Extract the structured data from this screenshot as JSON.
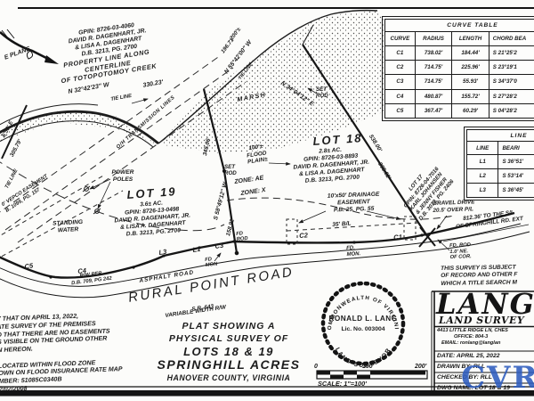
{
  "map": {
    "compass_label": "E PLANE",
    "owner_nw": "GPIN: 8726-03-4060\nDAVID R. DAGENHART, JR.\n& LISA A. DAGENHART\nD.B. 3213, PG. 2700",
    "creek_line": "PROPERTY LINE ALONG CENTERLINE\nOF TOTOPOTOMOY CREEK",
    "bearing_nw": "N 32°42'23\" W",
    "tie_line_1": "TIE LINE",
    "dist_330": "330.23'",
    "dist_200": "200'±",
    "dist_196": "196.71'",
    "bearing_tie_ne": "N 55°42'00\" W",
    "tie_line_2": "TIE LINE",
    "marsh": "MARSH",
    "set_rod_1": "SET\nROD",
    "bearing_lot18_ne": "N 34°04'12\" E",
    "dist_538": "538.00'",
    "dist_365": "365.82'",
    "lot17_block": "LOT 17\nGPIN: 8726-04-7016\nKARL JOHANSEN\n& JENNY FISHER\nD.B. 3072, PG. 2406",
    "lot18_title": "LOT 18",
    "lot18_block": "2.8± AC.\nGPIN: 8726-03-8893\nDAVID R. DAGENHART, JR.\n& LISA A. DAGENHART\nD.B. 3213, PG. 2700",
    "lot19_title": "LOT 19",
    "lot19_block": "3.6± AC.\nGPIN: 8726-13-0498\nDAVID R. DAGENHART, JR.\n& LISA A. DAGENHART\nD.B. 3213, PG. 2700",
    "power_poles": "POWER\nPOLES",
    "standing_water": "STANDING\nWATER",
    "set_rod_2": "SET\nROD",
    "bearing_mid": "S 58°49'12\" W",
    "dist_345": "345.06'",
    "dist_158": "158.92'",
    "flood_plain": "100'±\nFLOOD\nPLAIN±",
    "zone_ae": "ZONE: AE",
    "zone_x": "ZONE: X",
    "drainage_easement": "10'x50' DRAINAGE\nEASEMENT\nP.B. 25, PG. 55",
    "building_line": "35' B/L",
    "vepco_easement": "0' VEPCO EASEMENT\nB. 1099, PG. 157",
    "transmission_lines": "O/H TRANSMISSION LINES",
    "dist_305": "305.79'",
    "tie_line_3": "TIE LINE",
    "bearing_frag": "6'50' E",
    "c1": "C1",
    "c2": "C2",
    "c3": "C3",
    "c4": "C4",
    "c5": "C5",
    "l1": "L1",
    "l3": "L3",
    "fd_rod_1": "FD\nROD",
    "fd_mon_1": "FD\nMON",
    "fd_mon_2": "FD.\nMON.",
    "rw_per": "R/W PER\nD.B. 709, PG 242",
    "asphalt_road": "ASPHALT ROAD",
    "road_name": "RURAL POINT ROAD",
    "road_sr": "S.R. 643",
    "road_rw": "VARIABLE WIDTH R/W",
    "gravel_drive": "GRAVEL DRIVE\n20.5' OVER P/L",
    "to_springhill": "812.36' TO THE S/L\nOF SPRINGHILL RD. EXT",
    "fd_rod_ne": "FD. ROD\n1.0' NE.\nOF COR.",
    "subject_note": "THIS SURVEY IS SUBJECT\nOF RECORD AND OTHER F\nWHICH A TITLE SEARCH M"
  },
  "tables": {
    "curve": {
      "title": "CURVE TABLE",
      "h": [
        "CURVE",
        "RADIUS",
        "LENGTH",
        "CHORD BEA"
      ],
      "rows": [
        [
          "C1",
          "738.02'",
          "184.44'",
          "S 21°25'2"
        ],
        [
          "C2",
          "714.75'",
          "225.96'",
          "S 23°19'1"
        ],
        [
          "C3",
          "714.75'",
          "55.93'",
          "S 34°37'0"
        ],
        [
          "C4",
          "480.87'",
          "155.72'",
          "S 27°28'2"
        ],
        [
          "C5",
          "367.47'",
          "60.29'",
          "S 04°28'2"
        ]
      ]
    },
    "line": {
      "title": "LINE",
      "h": [
        "LINE",
        "BEARI"
      ],
      "rows": [
        [
          "L1",
          "S 36°51'"
        ],
        [
          "L2",
          "S 53°14'"
        ],
        [
          "L3",
          "S 36°45'"
        ]
      ]
    }
  },
  "cert": "Y THAT ON APRIL 13, 2022,\nATE SURVEY OF THE PREMISES\nD THAT THERE ARE NO EASEMENTS\nS VISIBLE ON THE GROUND OTHER\nN HEREON.\n \nLOCATED WITHIN FLOOD ZONE\nOWN ON FLOOD INSURANCE RATE MAP\nMBER: 51085C0340B\n2/02/2008",
  "title": {
    "l1": "PLAT SHOWING A",
    "l2": "PHYSICAL SURVEY OF",
    "l3": "LOTS 18 & 19",
    "l4": "SPRINGHILL ACRES",
    "l5": "HANOVER COUNTY, VIRGINIA"
  },
  "seal": {
    "arc_top": "COMMONWEALTH OF VIRGINIA",
    "name": "RONALD L. LANG",
    "lic": "Lic. No. 003004",
    "arc_bottom": "LAND SURVEYOR"
  },
  "scalebar": {
    "t0": "0",
    "t100": "100'",
    "t200": "200'",
    "label": "SCALE: 1\"=100'"
  },
  "firm": {
    "logo": "LANG",
    "type": "LAND SURVEY",
    "addr": "4413 LITTLE RIDGE LN, CHES",
    "office": "OFFICE: 804-3",
    "email": "EMAIL: ronlang@langlan",
    "date": "DATE: APRIL 25, 2022",
    "drawn": "DRAWN BY: RLL",
    "checked": "CHECKED BY: RLL",
    "dwg": "DWG NAME: LOT 18 & 19"
  },
  "watermark": "CVR",
  "colors": {
    "ink": "#1c1c1c",
    "watermark": "#2e5cbe"
  }
}
